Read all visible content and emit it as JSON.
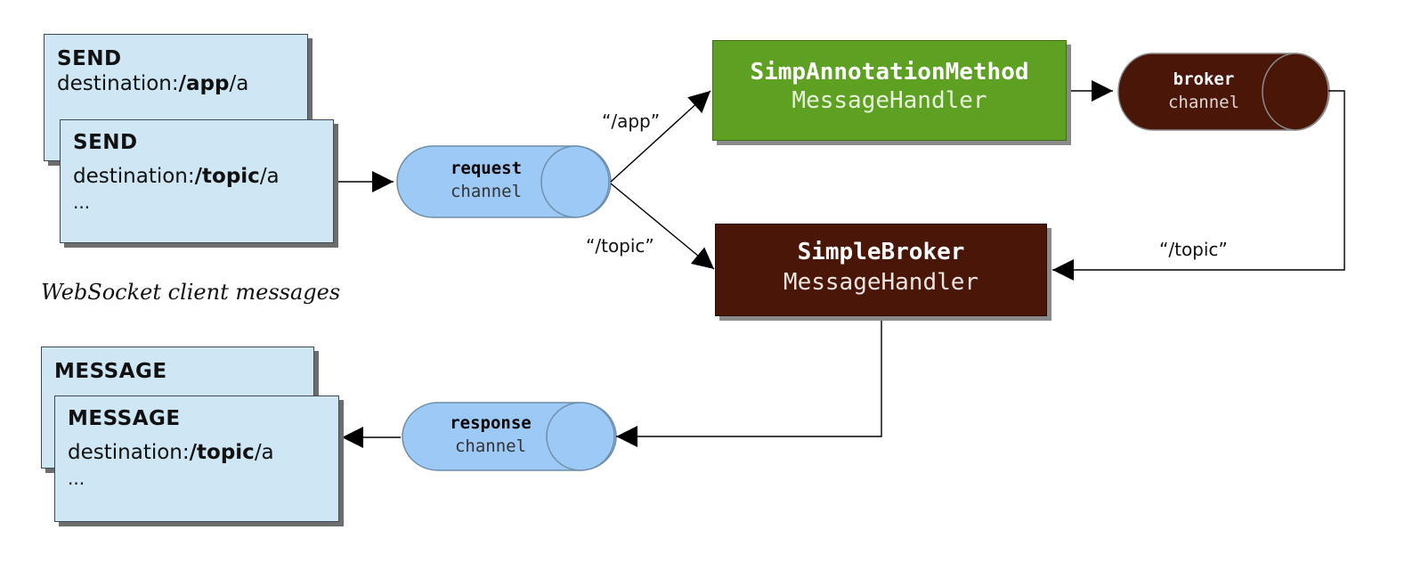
{
  "client_messages": {
    "caption": "WebSocket client messages",
    "send_back": {
      "title": "SEND",
      "dest_prefix": "destination:",
      "dest_bold": "/app",
      "dest_suffix": "/a"
    },
    "send_front": {
      "title": "SEND",
      "dest_prefix": "destination:",
      "dest_bold": "/topic",
      "dest_suffix": "/a",
      "ellipsis": "..."
    }
  },
  "server_messages": {
    "message_back": {
      "title": "MESSAGE"
    },
    "message_front": {
      "title": "MESSAGE",
      "dest_prefix": "destination:",
      "dest_bold": "/topic",
      "dest_suffix": "/a",
      "ellipsis": "..."
    }
  },
  "channels": {
    "request": {
      "title": "request",
      "sub": "channel",
      "color": "#9dc9f6"
    },
    "broker": {
      "title": "broker",
      "sub": "channel",
      "color": "#4a1608"
    },
    "response": {
      "title": "response",
      "sub": "channel",
      "color": "#9dc9f6"
    }
  },
  "handlers": {
    "annotation": {
      "title": "SimpAnnotationMethod",
      "sub": "MessageHandler",
      "color": "#5da022"
    },
    "simple_broker": {
      "title": "SimpleBroker",
      "sub": "MessageHandler",
      "color": "#4a1608"
    }
  },
  "route_labels": {
    "app": "“/app”",
    "topic_lower": "“/topic”",
    "topic_right": "“/topic”"
  }
}
